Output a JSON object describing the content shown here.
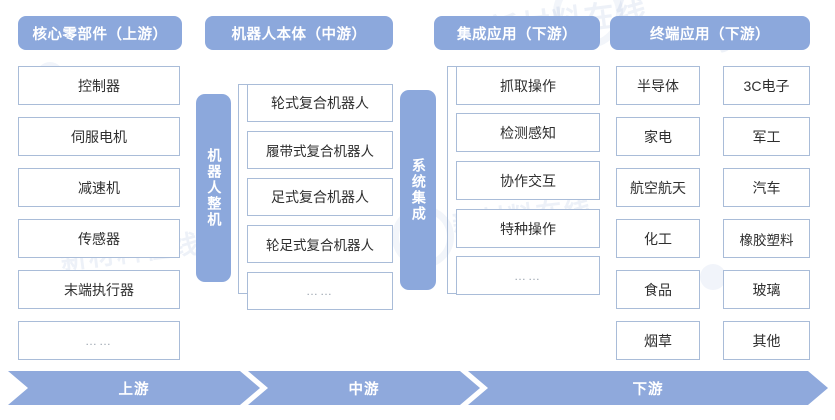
{
  "watermark": {
    "text": "新材料在线",
    "mark": "资讯"
  },
  "headers": [
    {
      "id": "upstream",
      "label": "核心零部件（上游）"
    },
    {
      "id": "midstream",
      "label": "机器人本体（中游）"
    },
    {
      "id": "integration",
      "label": "集成应用（下游）"
    },
    {
      "id": "terminal",
      "label": "终端应用（下游）"
    }
  ],
  "columns": {
    "core_components": {
      "items": [
        "控制器",
        "伺服电机",
        "减速机",
        "传感器",
        "末端执行器",
        "……"
      ]
    },
    "robot_body": {
      "connector_label": "机器人整机",
      "items": [
        "轮式复合机器人",
        "履带式复合机器人",
        "足式复合机器人",
        "轮足式复合机器人",
        "……"
      ]
    },
    "integrated_application": {
      "connector_label": "系统集成",
      "items": [
        "抓取操作",
        "检测感知",
        "协作交互",
        "特种操作",
        "……"
      ]
    },
    "terminal_application": {
      "left_items": [
        "半导体",
        "家电",
        "航空航天",
        "化工",
        "食品",
        "烟草"
      ],
      "right_items": [
        "3C电子",
        "军工",
        "汽车",
        "橡胶塑料",
        "玻璃",
        "其他"
      ]
    }
  },
  "flow_bar": [
    {
      "id": "upstream",
      "label": "上游"
    },
    {
      "id": "midstream",
      "label": "中游"
    },
    {
      "id": "downstream",
      "label": "下游"
    }
  ],
  "colors": {
    "header_blue": "#8CA8DC",
    "chevron_blue": "#8FA9DC",
    "box_border": "#A9BCD8",
    "box_fill": "#FFFFFF",
    "text_dark": "#2F2F2F",
    "text_light": "#FFFFFF"
  }
}
